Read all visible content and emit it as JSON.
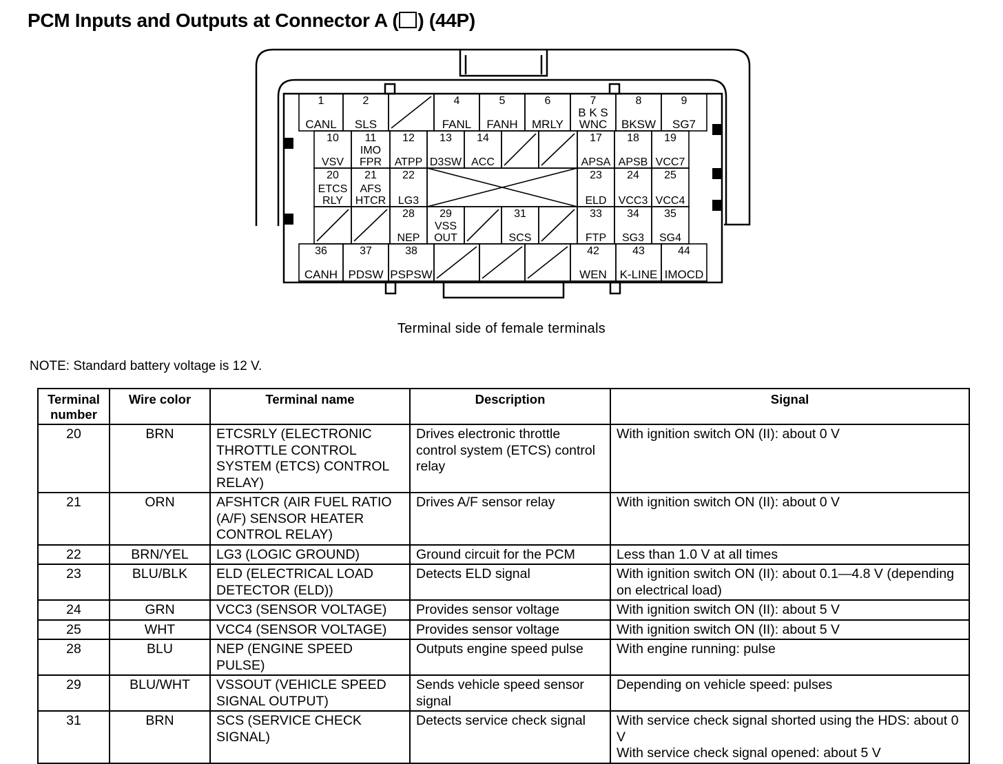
{
  "title_before": "PCM Inputs and Outputs at Connector A (",
  "title_after": ") (44P)",
  "connector": {
    "caption": "Terminal side of female terminals",
    "terminals": [
      {
        "num": "1",
        "name": [
          "CANL"
        ]
      },
      {
        "num": "2",
        "name": [
          "SLS"
        ]
      },
      {
        "num": "4",
        "name": [
          "FANL"
        ]
      },
      {
        "num": "5",
        "name": [
          "FANH"
        ]
      },
      {
        "num": "6",
        "name": [
          "MRLY"
        ]
      },
      {
        "num": "7",
        "name": [
          "B K S",
          "WNC"
        ]
      },
      {
        "num": "8",
        "name": [
          "BKSW"
        ]
      },
      {
        "num": "9",
        "name": [
          "SG7"
        ]
      },
      {
        "num": "10",
        "name": [
          "VSV"
        ]
      },
      {
        "num": "11",
        "name": [
          "IMO",
          "FPR"
        ]
      },
      {
        "num": "12",
        "name": [
          "ATPP"
        ]
      },
      {
        "num": "13",
        "name": [
          "D3SW"
        ]
      },
      {
        "num": "14",
        "name": [
          "ACC"
        ]
      },
      {
        "num": "17",
        "name": [
          "APSA"
        ]
      },
      {
        "num": "18",
        "name": [
          "APSB"
        ]
      },
      {
        "num": "19",
        "name": [
          "VCC7"
        ]
      },
      {
        "num": "20",
        "name": [
          "ETCS",
          "RLY"
        ]
      },
      {
        "num": "21",
        "name": [
          "AFS",
          "HTCR"
        ]
      },
      {
        "num": "22",
        "name": [
          "LG3"
        ]
      },
      {
        "num": "23",
        "name": [
          "ELD"
        ]
      },
      {
        "num": "24",
        "name": [
          "VCC3"
        ]
      },
      {
        "num": "25",
        "name": [
          "VCC4"
        ]
      },
      {
        "num": "28",
        "name": [
          "NEP"
        ]
      },
      {
        "num": "29",
        "name": [
          "VSS",
          "OUT"
        ]
      },
      {
        "num": "31",
        "name": [
          "SCS"
        ]
      },
      {
        "num": "33",
        "name": [
          "FTP"
        ]
      },
      {
        "num": "34",
        "name": [
          "SG3"
        ]
      },
      {
        "num": "35",
        "name": [
          "SG4"
        ]
      },
      {
        "num": "36",
        "name": [
          "CANH"
        ]
      },
      {
        "num": "37",
        "name": [
          "PDSW"
        ]
      },
      {
        "num": "38",
        "name": [
          "PSPSW"
        ]
      },
      {
        "num": "42",
        "name": [
          "WEN"
        ]
      },
      {
        "num": "43",
        "name": [
          "K-LINE"
        ]
      },
      {
        "num": "44",
        "name": [
          "IMOCD"
        ]
      }
    ]
  },
  "note": "NOTE: Standard battery voltage is 12 V.",
  "table": {
    "headers": [
      "Terminal number",
      "Wire color",
      "Terminal name",
      "Description",
      "Signal"
    ],
    "rows": [
      {
        "num": "20",
        "wire": "BRN",
        "name": "ETCSRLY (ELECTRONIC THROTTLE CONTROL SYSTEM (ETCS) CONTROL RELAY)",
        "desc": "Drives electronic throttle control system (ETCS) control relay",
        "signal": "With ignition switch ON (II): about 0 V"
      },
      {
        "num": "21",
        "wire": "ORN",
        "name": "AFSHTCR (AIR FUEL RATIO (A/F) SENSOR HEATER CONTROL RELAY)",
        "desc": "Drives A/F sensor relay",
        "signal": "With ignition switch ON (II): about 0 V"
      },
      {
        "num": "22",
        "wire": "BRN/YEL",
        "name": "LG3 (LOGIC GROUND)",
        "desc": "Ground circuit for the PCM",
        "signal": "Less than 1.0 V at all times"
      },
      {
        "num": "23",
        "wire": "BLU/BLK",
        "name": "ELD (ELECTRICAL LOAD DETECTOR (ELD))",
        "desc": "Detects ELD signal",
        "signal": "With ignition switch ON (II): about 0.1—4.8 V (depending on electrical load)"
      },
      {
        "num": "24",
        "wire": "GRN",
        "name": "VCC3 (SENSOR VOLTAGE)",
        "desc": "Provides sensor voltage",
        "signal": "With ignition switch ON (II): about 5 V"
      },
      {
        "num": "25",
        "wire": "WHT",
        "name": "VCC4 (SENSOR VOLTAGE)",
        "desc": "Provides sensor voltage",
        "signal": "With ignition switch ON (II): about 5 V"
      },
      {
        "num": "28",
        "wire": "BLU",
        "name": "NEP (ENGINE SPEED PULSE)",
        "desc": "Outputs engine speed pulse",
        "signal": "With engine running: pulse"
      },
      {
        "num": "29",
        "wire": "BLU/WHT",
        "name": "VSSOUT (VEHICLE SPEED SIGNAL OUTPUT)",
        "desc": "Sends vehicle speed sensor signal",
        "signal": "Depending on vehicle speed: pulses"
      },
      {
        "num": "31",
        "wire": "BRN",
        "name": "SCS (SERVICE CHECK SIGNAL)",
        "desc": "Detects service check signal",
        "signal": "With service check signal shorted using the HDS: about 0 V\nWith service check signal opened: about 5 V"
      }
    ]
  }
}
